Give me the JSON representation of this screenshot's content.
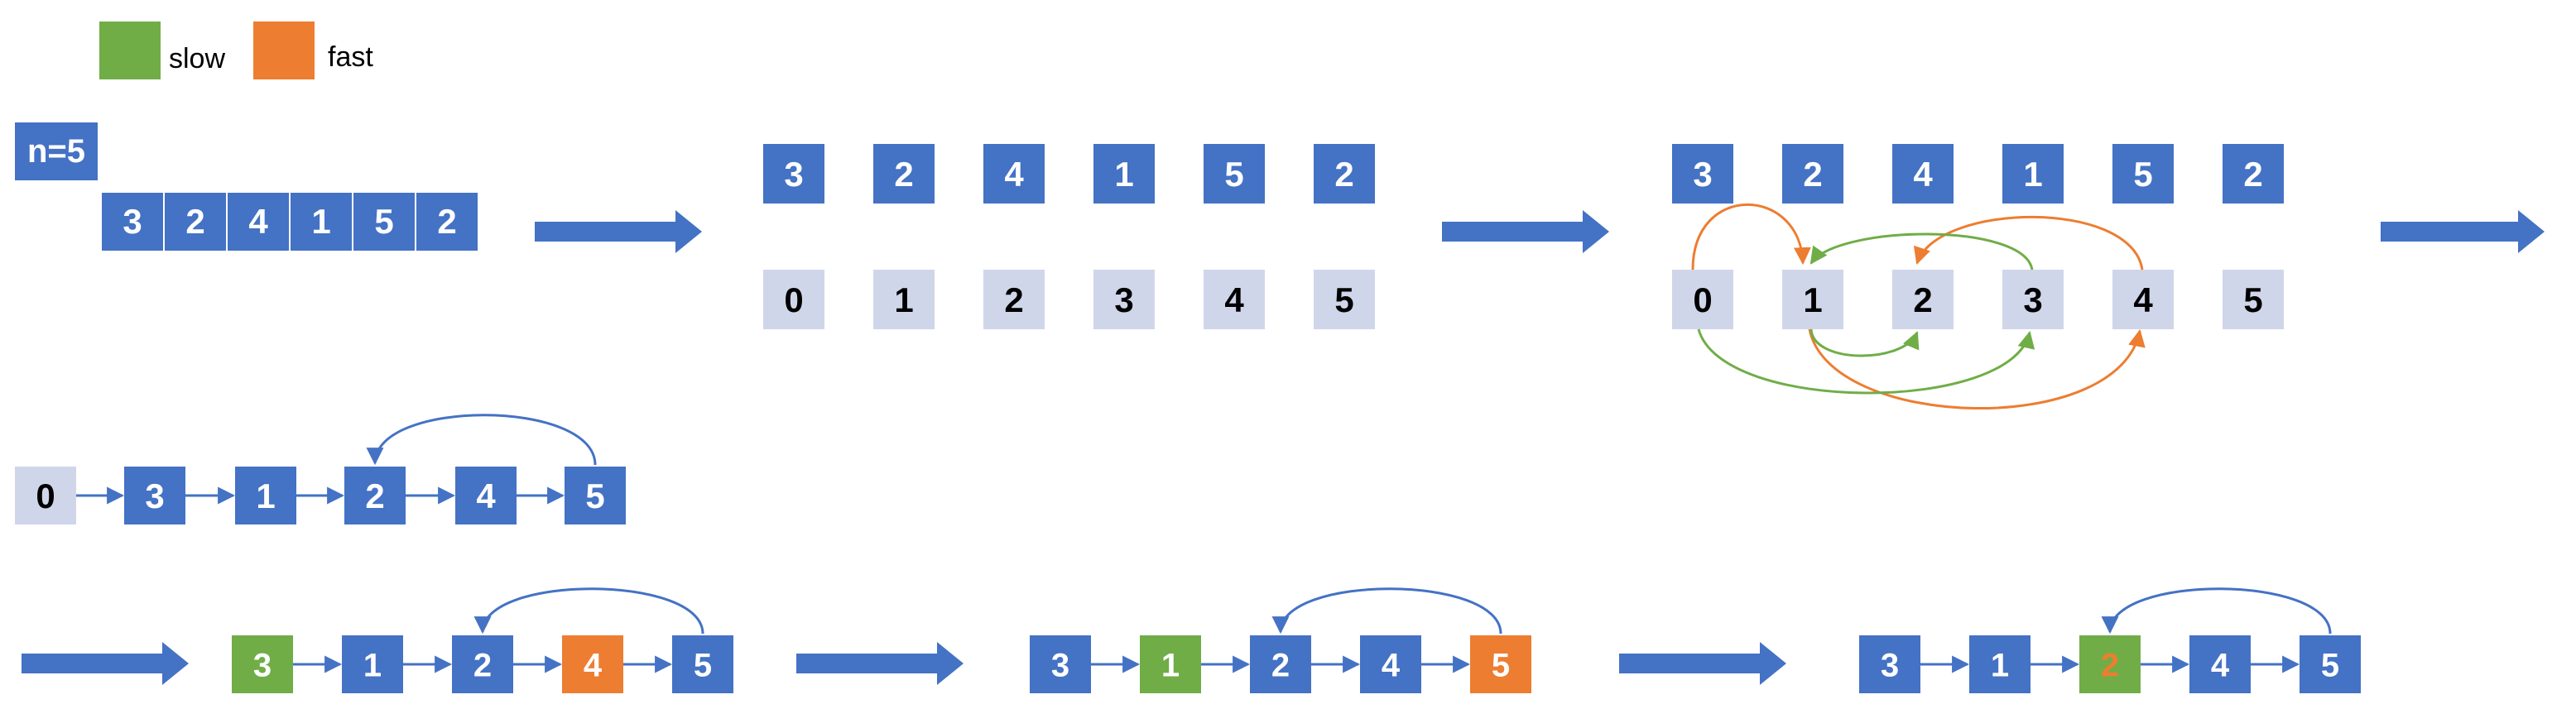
{
  "colors": {
    "blue": "#4472C4",
    "light": "#D0D6EA",
    "green": "#70AD47",
    "orange": "#ED7D31",
    "white": "#FFFFFF",
    "black": "#000000"
  },
  "legend": {
    "slow": "slow",
    "fast": "fast"
  },
  "input": {
    "n_label": "n=5",
    "array": [
      "3",
      "2",
      "4",
      "1",
      "5",
      "2"
    ]
  },
  "panel2": {
    "values": [
      "3",
      "2",
      "4",
      "1",
      "5",
      "2"
    ],
    "indices": [
      "0",
      "1",
      "2",
      "3",
      "4",
      "5"
    ]
  },
  "panel3": {
    "values": [
      "3",
      "2",
      "4",
      "1",
      "5",
      "2"
    ],
    "indices": [
      "0",
      "1",
      "2",
      "3",
      "4",
      "5"
    ]
  },
  "list": {
    "nodes": [
      "0",
      "3",
      "1",
      "2",
      "4",
      "5"
    ]
  },
  "step1": {
    "nodes": [
      "3",
      "1",
      "2",
      "4",
      "5"
    ]
  },
  "step2": {
    "nodes": [
      "3",
      "1",
      "2",
      "4",
      "5"
    ]
  },
  "step3": {
    "nodes": [
      "3",
      "1",
      "2",
      "4",
      "5"
    ]
  }
}
